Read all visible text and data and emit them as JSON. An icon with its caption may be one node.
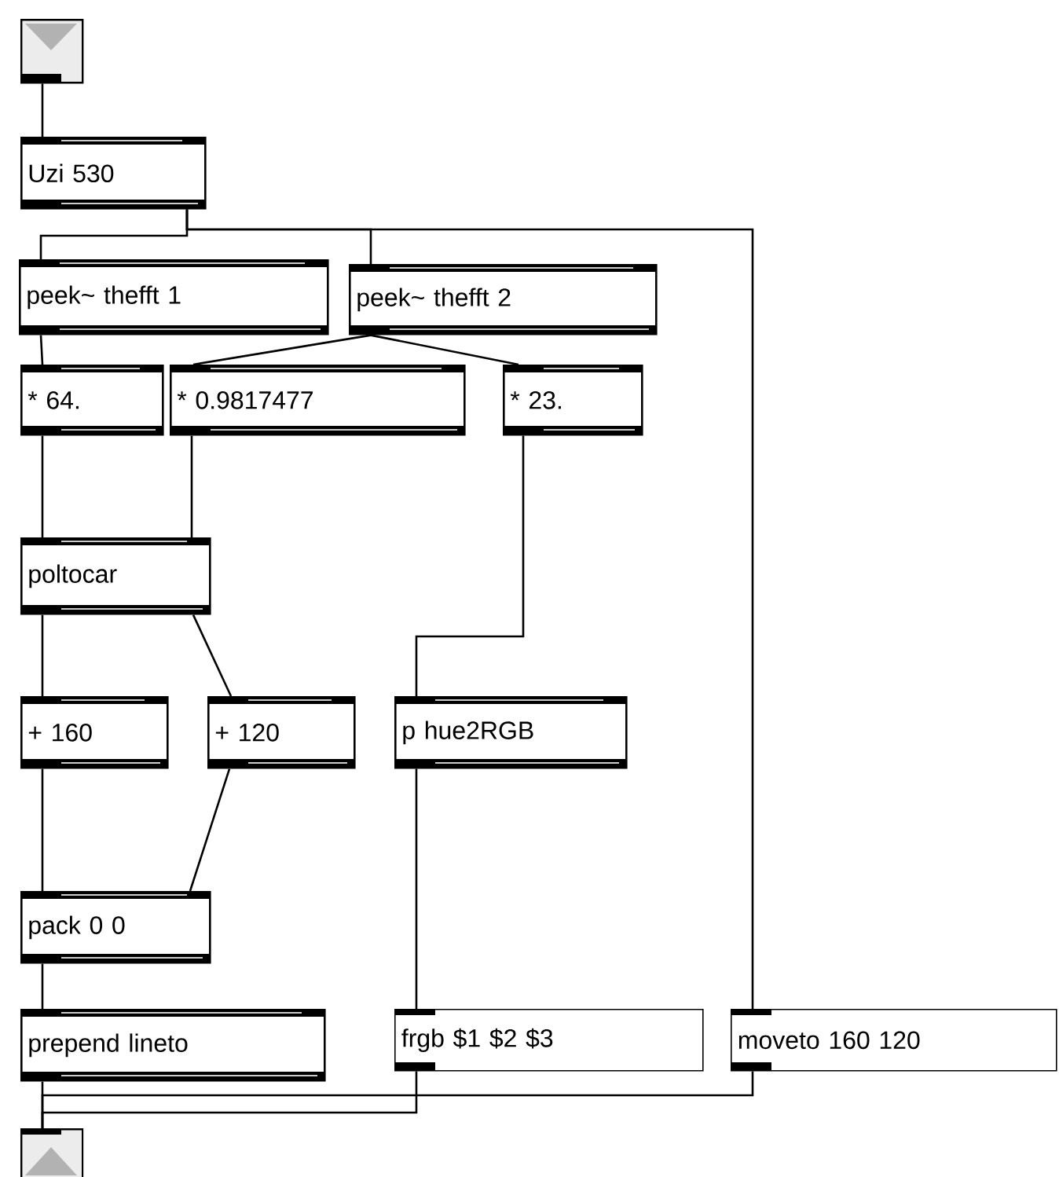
{
  "diagram": {
    "nodes": [
      {
        "text": [],
        "shape": "box"
      },
      {
        "text": [
          "Uzi 530"
        ]
      },
      {
        "text": [
          "peek~ thefft 1"
        ]
      },
      {
        "text": [
          "peek~ thefft 2"
        ]
      },
      {
        "text": [
          "* 64."
        ]
      },
      {
        "text": [
          "* 0.9817477"
        ]
      },
      {
        "text": [
          "* 23."
        ]
      },
      {
        "text": [
          "poltocar"
        ]
      },
      {
        "text": [
          "+ 160"
        ]
      },
      {
        "text": [
          "+ 120"
        ]
      },
      {
        "text": [
          "p hue2RGB"
        ]
      },
      {
        "text": [
          "pack 0 0"
        ]
      },
      {
        "text": [
          "prepend lineto"
        ]
      },
      {
        "text": [
          "frgb $1 $2 $3"
        ]
      },
      {
        "text": [
          "moveto 160 120"
        ]
      },
      {
        "text": [],
        "shape": "box"
      }
    ],
    "edges": [
      {
        "from": 0,
        "to": 1,
        "arrow": "none"
      },
      {
        "from": 1,
        "to": 2,
        "arrow": "none"
      },
      {
        "from": 1,
        "to": 3,
        "arrow": "none"
      },
      {
        "from": 1,
        "to": 14,
        "arrow": "none"
      },
      {
        "from": 2,
        "to": 4,
        "arrow": "none"
      },
      {
        "from": 3,
        "to": 5,
        "arrow": "none"
      },
      {
        "from": 3,
        "to": 6,
        "arrow": "none"
      },
      {
        "from": 4,
        "to": 7,
        "arrow": "none"
      },
      {
        "from": 5,
        "to": 7,
        "arrow": "none"
      },
      {
        "from": 6,
        "to": 10,
        "arrow": "none"
      },
      {
        "from": 7,
        "to": 8,
        "arrow": "none"
      },
      {
        "from": 7,
        "to": 9,
        "arrow": "none"
      },
      {
        "from": 8,
        "to": 11,
        "arrow": "none"
      },
      {
        "from": 9,
        "to": 11,
        "arrow": "none"
      },
      {
        "from": 10,
        "to": 13,
        "arrow": "none"
      },
      {
        "from": 11,
        "to": 12,
        "arrow": "none"
      },
      {
        "from": 12,
        "to": 15,
        "arrow": "none"
      },
      {
        "from": 13,
        "to": 15,
        "arrow": "none"
      },
      {
        "from": 14,
        "to": 15,
        "arrow": "none"
      }
    ]
  }
}
